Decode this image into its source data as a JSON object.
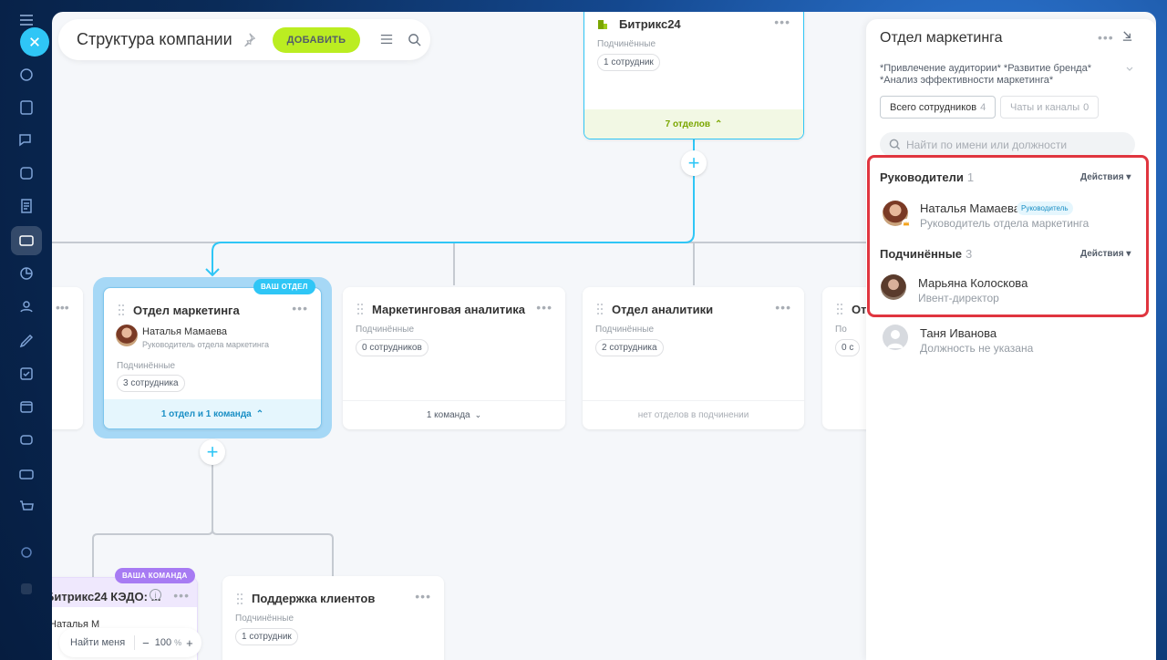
{
  "app": {
    "title": "Структура компании",
    "add_button": "ДОБАВИТЬ"
  },
  "root_card": {
    "title": "Битрикс24",
    "sub_label": "Подчинённые",
    "chip": "1 сотрудник",
    "footer": "7 отделов"
  },
  "cards": {
    "marketing": {
      "title": "Отдел маркетинга",
      "badge": "ВАШ ОТДЕЛ",
      "head_name": "Наталья Мамаева",
      "head_pos": "Руководитель отдела маркетинга",
      "sub_label": "Подчинённые",
      "chip": "3 сотрудника",
      "footer": "1 отдел и 1 команда"
    },
    "analytics_marketing": {
      "title": "Маркетинговая аналитика",
      "sub_label": "Подчинённые",
      "chip": "0 сотрудников",
      "footer": "1 команда"
    },
    "analytics": {
      "title": "Отдел аналитики",
      "sub_label": "Подчинённые",
      "chip": "2 сотрудника",
      "footer": "нет отделов в подчинении"
    },
    "partial_right": {
      "title": "От",
      "sub_label": "По",
      "chip": "0 с"
    },
    "kedo": {
      "title": "Битрикс24 КЭДО: ...",
      "badge": "ВАША КОМАНДА",
      "head_name": "Наталья М"
    },
    "support": {
      "title": "Поддержка клиентов",
      "sub_label": "Подчинённые",
      "chip": "1 сотрудник"
    }
  },
  "bottom_bar": {
    "find_me": "Найти меня",
    "zoom": "100",
    "zoom_unit": "%",
    "minus": "−",
    "plus": "+"
  },
  "panel": {
    "title": "Отдел маркетинга",
    "description": "*Привлечение аудитории* *Развитие бренда* *Анализ эффективности маркетинга*",
    "tab_all": "Всего сотрудников",
    "tab_all_count": "4",
    "tab_chats": "Чаты и каналы",
    "tab_chats_count": "0",
    "search_placeholder": "Найти по имени или должности",
    "heads_title": "Руководители",
    "heads_count": "1",
    "actions": "Действия",
    "head": {
      "name": "Наталья Мамаева",
      "role_tag": "Руководитель",
      "position": "Руководитель отдела маркетинга"
    },
    "subs_title": "Подчинённые",
    "subs_count": "3",
    "employees": [
      {
        "name": "Марьяна Колоскова",
        "position": "Ивент-директор"
      },
      {
        "name": "Таня Иванова",
        "position": "Должность не указана"
      }
    ]
  },
  "colors": {
    "accent": "#2fc6f6",
    "add_button": "#bbed21",
    "highlight": "#e0353f",
    "your_team_badge": "#a77bf3"
  }
}
